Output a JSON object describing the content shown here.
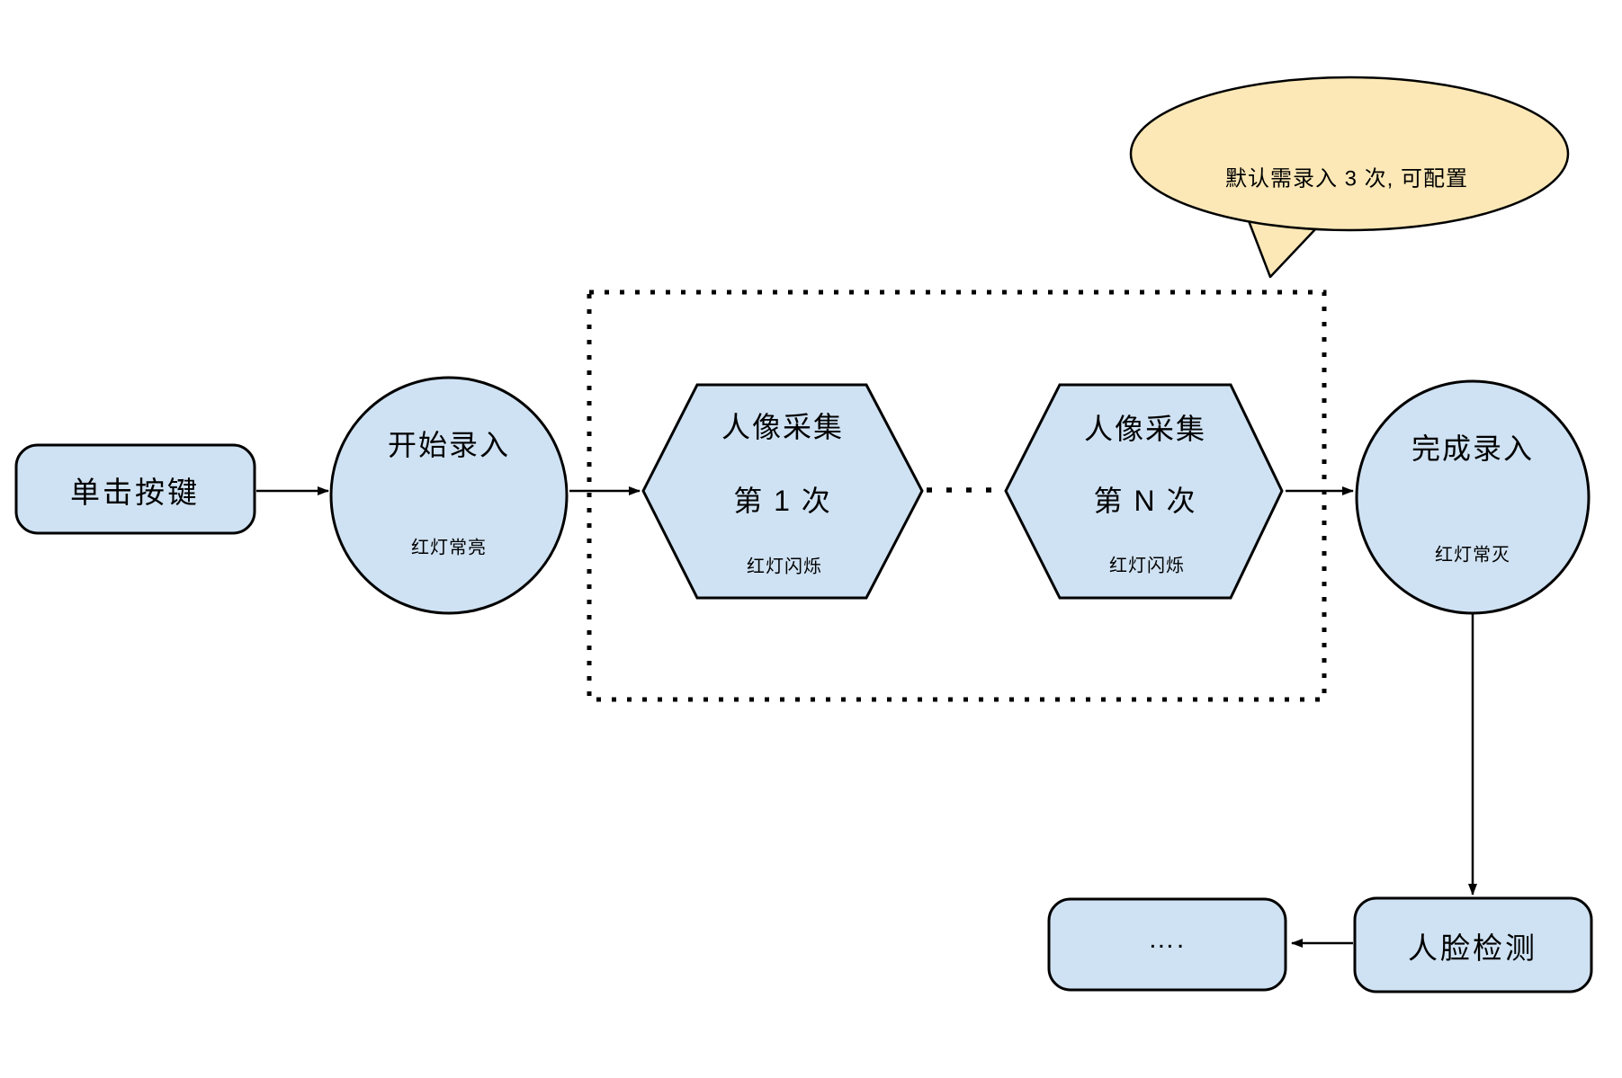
{
  "colors": {
    "node_fill": "#cfe2f3",
    "node_stroke": "#000000",
    "bubble_fill": "#fbe8b6",
    "background": "#ffffff"
  },
  "callout": {
    "text": "默认需录入 3 次, 可配置"
  },
  "nodes": {
    "click_button": {
      "label": "单击按键"
    },
    "start_enroll": {
      "title": "开始录入",
      "subtitle": "红灯常亮"
    },
    "capture_first": {
      "title": "人像采集",
      "line2": "第 1 次",
      "subtitle": "红灯闪烁"
    },
    "capture_nth": {
      "title": "人像采集",
      "line2": "第 N 次",
      "subtitle": "红灯闪烁"
    },
    "finish_enroll": {
      "title": "完成录入",
      "subtitle": "红灯常灭"
    },
    "face_detect": {
      "label": "人脸检测"
    },
    "more": {
      "label": "…."
    }
  }
}
